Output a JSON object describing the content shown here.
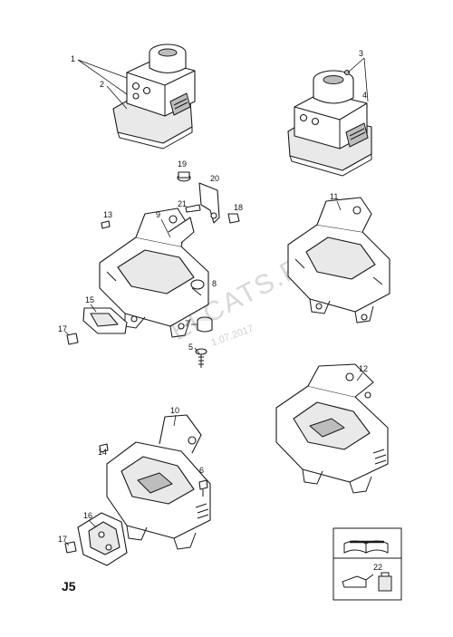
{
  "page_code": "J5",
  "watermark": {
    "text": "ELCATS.RU",
    "date": "1.07.2017"
  },
  "callouts": [
    "1",
    "2",
    "3",
    "4",
    "5",
    "6",
    "7",
    "8",
    "9",
    "10",
    "11",
    "12",
    "13",
    "14",
    "15",
    "16",
    "17",
    "17",
    "18",
    "19",
    "20",
    "21",
    "22"
  ],
  "legend_box": {
    "part_number": "22"
  }
}
